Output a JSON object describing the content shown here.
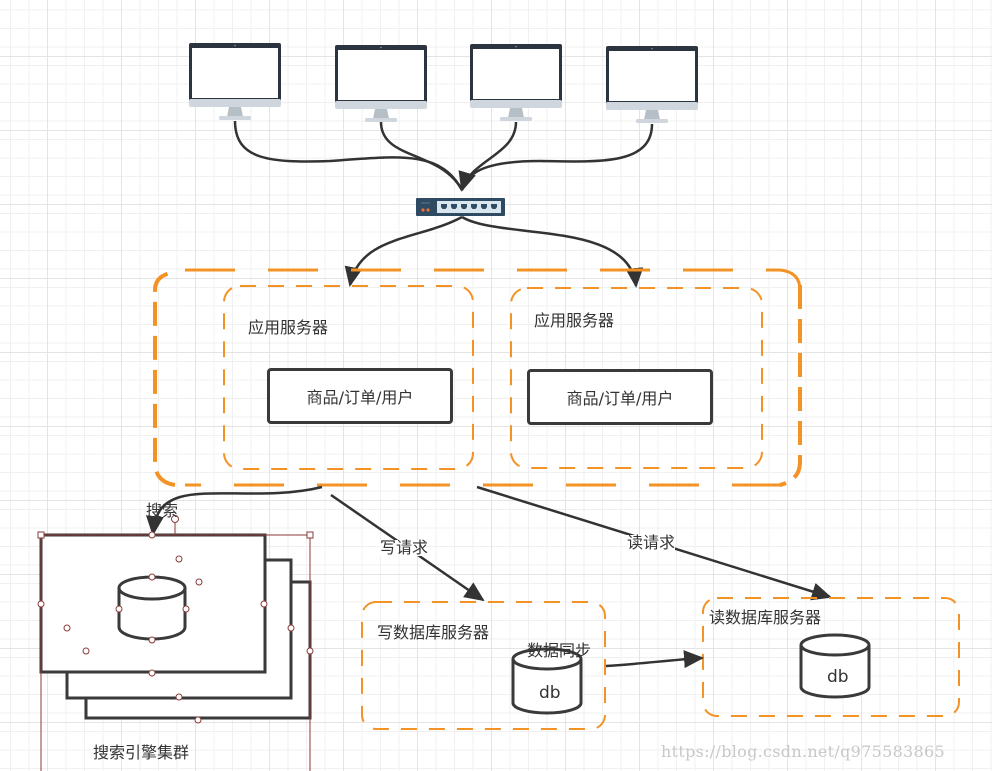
{
  "diagram": {
    "clients": [
      {
        "name": "client-monitor-1",
        "icon": "monitor-icon"
      },
      {
        "name": "client-monitor-2",
        "icon": "monitor-icon"
      },
      {
        "name": "client-monitor-3",
        "icon": "monitor-icon"
      },
      {
        "name": "client-monitor-4",
        "icon": "monitor-icon"
      }
    ],
    "switch": {
      "icon": "network-switch-icon",
      "ports": 6
    },
    "app_cluster": {
      "servers": [
        {
          "title": "应用服务器",
          "module": "商品/订单/用户"
        },
        {
          "title": "应用服务器",
          "module": "商品/订单/用户"
        }
      ]
    },
    "edges": {
      "search": "搜索",
      "write_request": "写请求",
      "read_request": "读请求",
      "data_sync": "数据同步"
    },
    "search_cluster": {
      "label": "搜索引擎集群",
      "icon": "database-icon"
    },
    "write_db": {
      "title": "写数据库服务器",
      "db_label": "db"
    },
    "read_db": {
      "title": "读数据库服务器",
      "db_label": "db"
    },
    "watermark": "https://blog.csdn.net/q975583865",
    "colors": {
      "container_dash": "#f39325",
      "line": "#333333",
      "monitor_frame": "#2c3440",
      "monitor_stand": "#c5ccd3",
      "switch_body": "#2f4a63",
      "selection_handle": "#8b3a3a"
    }
  }
}
